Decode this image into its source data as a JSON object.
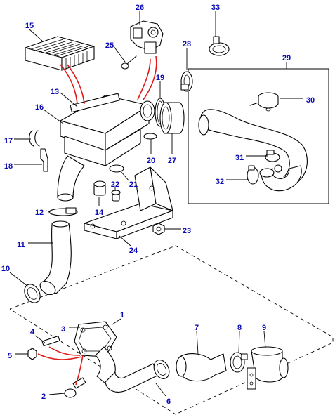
{
  "colors": {
    "callout": "#0a0ab4",
    "link_lines": "#e01818",
    "outline": "#000000"
  },
  "callouts": {
    "c1": "1",
    "c2": "2",
    "c3": "3",
    "c4": "4",
    "c5": "5",
    "c6": "6",
    "c7": "7",
    "c8": "8",
    "c9": "9",
    "c10": "10",
    "c11": "11",
    "c12": "12",
    "c13": "13",
    "c14": "14",
    "c15": "15",
    "c16": "16",
    "c17": "17",
    "c18": "18",
    "c19": "19",
    "c20": "20",
    "c21": "21",
    "c22": "22",
    "c23": "23",
    "c24": "24",
    "c25": "25",
    "c26": "26",
    "c27": "27",
    "c28": "28",
    "c29": "29",
    "c30": "30",
    "c31": "31",
    "c32": "32",
    "c33": "33"
  }
}
